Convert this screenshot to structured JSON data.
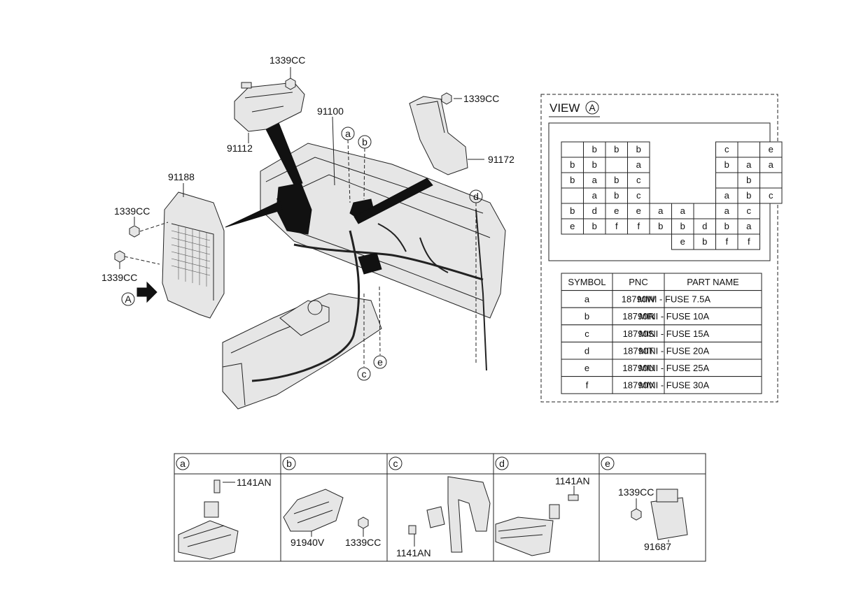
{
  "labels": {
    "p91100": "91100",
    "p91112": "91112",
    "p91188": "91188",
    "p91172": "91172",
    "nut_top": "1339CC",
    "nut_right": "1339CC",
    "nut_left1": "1339CC",
    "nut_left2": "1339CC",
    "view_a": "A",
    "call_a": "a",
    "call_b": "b",
    "call_c": "c",
    "call_d": "d",
    "call_e": "e"
  },
  "view": {
    "title": "VIEW",
    "circle": "A",
    "fuse_grid": [
      [
        "",
        "b",
        "b",
        "b",
        null,
        null,
        null,
        "c",
        "",
        "e"
      ],
      [
        "b",
        "b",
        "",
        "a",
        null,
        null,
        null,
        "b",
        "a",
        "a"
      ],
      [
        "b",
        "a",
        "b",
        "c",
        null,
        null,
        null,
        "",
        "b",
        ""
      ],
      [
        "",
        "a",
        "b",
        "c",
        null,
        null,
        null,
        "a",
        "b",
        "c"
      ],
      [
        "b",
        "d",
        "e",
        "e",
        "a",
        "a",
        "",
        "a",
        "c",
        null
      ],
      [
        "e",
        "b",
        "f",
        "f",
        "b",
        "b",
        "d",
        "b",
        "a",
        null
      ],
      [
        null,
        null,
        null,
        null,
        null,
        "e",
        "b",
        "f",
        "f",
        null
      ]
    ]
  },
  "fuse_table": {
    "headers": [
      "SYMBOL",
      "PNC",
      "PART NAME"
    ],
    "rows": [
      [
        "a",
        "18790W",
        "MINI - FUSE 7.5A"
      ],
      [
        "b",
        "18790R",
        "MINI - FUSE 10A"
      ],
      [
        "c",
        "18790S",
        "MINI - FUSE 15A"
      ],
      [
        "d",
        "18790T",
        "MINI - FUSE 20A"
      ],
      [
        "e",
        "18790U",
        "MINI - FUSE 25A"
      ],
      [
        "f",
        "18790V",
        "MINI - FUSE 30A"
      ]
    ]
  },
  "details": [
    {
      "letter": "a",
      "labels": [
        "1141AN"
      ]
    },
    {
      "letter": "b",
      "labels": [
        "91940V",
        "1339CC"
      ]
    },
    {
      "letter": "c",
      "labels": [
        "1141AN"
      ]
    },
    {
      "letter": "d",
      "labels": [
        "1141AN"
      ]
    },
    {
      "letter": "e",
      "labels": [
        "1339CC",
        "91687"
      ]
    }
  ]
}
